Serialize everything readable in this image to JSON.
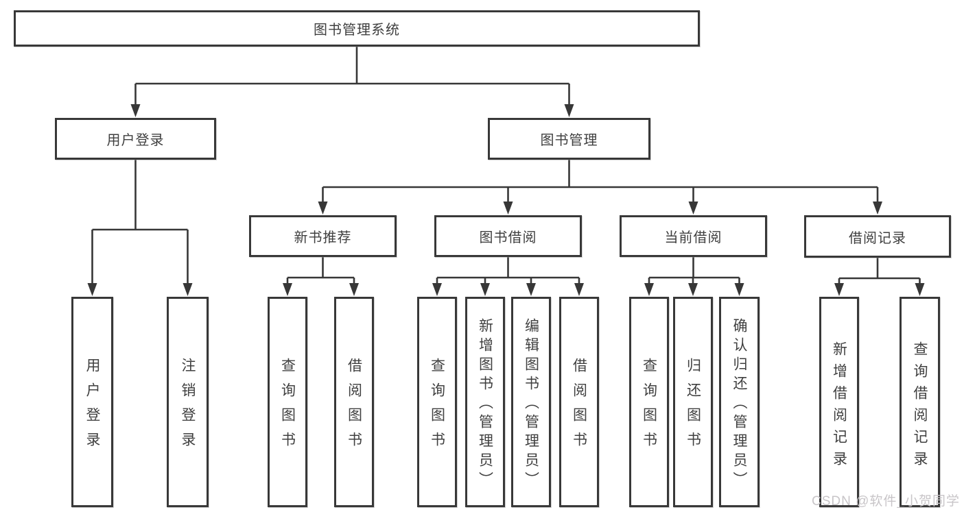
{
  "tree": {
    "root": {
      "label": "图书管理系统"
    },
    "children": [
      {
        "label": "用户登录",
        "children": [
          {
            "label": "用户登录"
          },
          {
            "label": "注销登录"
          }
        ]
      },
      {
        "label": "图书管理",
        "children": [
          {
            "label": "新书推荐",
            "children": [
              {
                "label": "查询图书"
              },
              {
                "label": "借阅图书"
              }
            ]
          },
          {
            "label": "图书借阅",
            "children": [
              {
                "label": "查询图书"
              },
              {
                "label": "新增图书（管理员）"
              },
              {
                "label": "编辑图书（管理员）"
              },
              {
                "label": "借阅图书"
              }
            ]
          },
          {
            "label": "当前借阅",
            "children": [
              {
                "label": "查询图书"
              },
              {
                "label": "归还图书"
              },
              {
                "label": "确认归还（管理员）"
              }
            ]
          },
          {
            "label": "借阅记录",
            "children": [
              {
                "label": "新增借阅记录"
              },
              {
                "label": "查询借阅记录"
              }
            ]
          }
        ]
      }
    ]
  },
  "watermark": {
    "text": "CSDN @软件_小贺同学"
  },
  "colors": {
    "line": "#373737",
    "text": "#3f3f3f",
    "watermark": "#c8c5c8",
    "background": "#ffffff"
  }
}
